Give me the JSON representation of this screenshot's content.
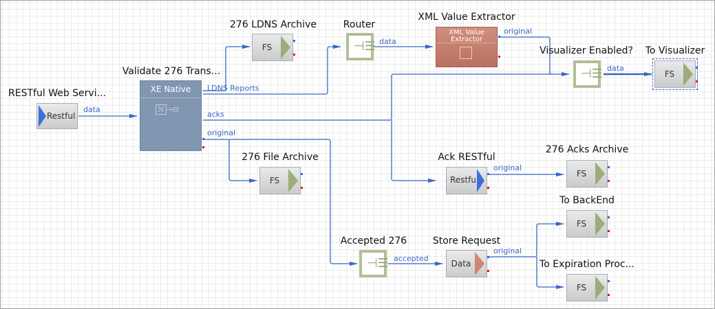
{
  "nodes": {
    "restful_ws": {
      "title": "RESTful Web Servi...",
      "label": "Restful"
    },
    "validate": {
      "title": "Validate 276 Trans...",
      "label": "XE Native"
    },
    "ldns_archive": {
      "title": "276 LDNS Archive",
      "label": "FS"
    },
    "router": {
      "title": "Router"
    },
    "xml_extractor": {
      "title": "XML Value Extractor",
      "label": "XML Value Extractor"
    },
    "vis_enabled": {
      "title": "Visualizer Enabled?"
    },
    "to_visualizer": {
      "title": "To Visualizer",
      "label": "FS"
    },
    "file_archive": {
      "title": "276 File Archive",
      "label": "FS"
    },
    "ack_restful": {
      "title": "Ack RESTful",
      "label": "Restful"
    },
    "acks_archive": {
      "title": "276 Acks Archive",
      "label": "FS"
    },
    "to_backend": {
      "title": "To BackEnd",
      "label": "FS"
    },
    "accepted": {
      "title": "Accepted 276"
    },
    "store_request": {
      "title": "Store Request",
      "label": "Data"
    },
    "to_expiration": {
      "title": "To Expiration Proc...",
      "label": "FS"
    }
  },
  "wires": {
    "restful_data": "data",
    "ldns_reports": "LDNS Reports",
    "acks": "acks",
    "original": "original",
    "router_data": "data",
    "xml_original": "original",
    "vis_data": "data",
    "ack_original": "original",
    "accepted": "accepted",
    "store_original": "original"
  },
  "colors": {
    "wire": "#3a66c4",
    "port_out": "#1f6fe0",
    "port_err": "#e01010"
  }
}
